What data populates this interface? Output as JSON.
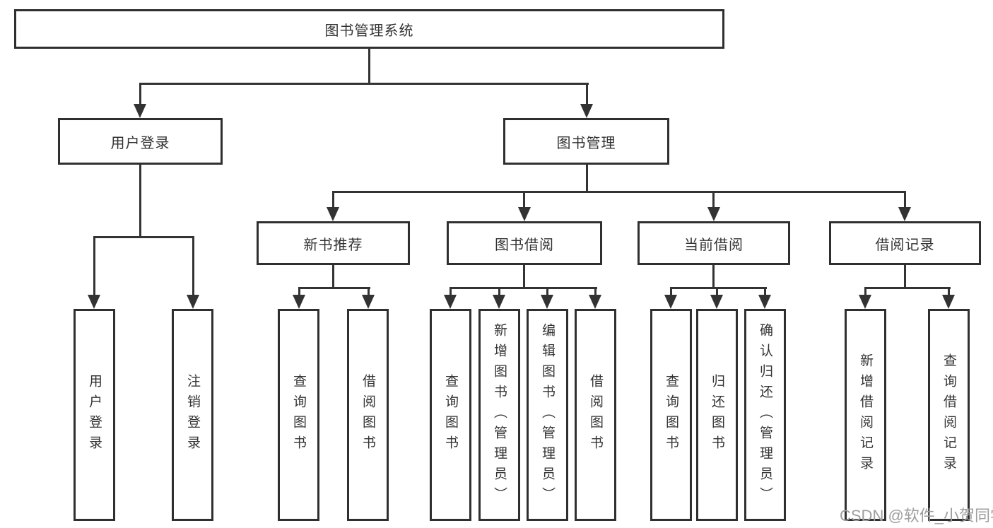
{
  "diagram": {
    "root": {
      "label": "图书管理系统"
    },
    "branches": [
      {
        "label": "用户登录",
        "leaves": [
          {
            "label": "用户登录"
          },
          {
            "label": "注销登录"
          }
        ]
      },
      {
        "label": "图书管理",
        "children": [
          {
            "label": "新书推荐",
            "leaves": [
              {
                "label": "查询图书"
              },
              {
                "label": "借阅图书"
              }
            ]
          },
          {
            "label": "图书借阅",
            "leaves": [
              {
                "label": "查询图书"
              },
              {
                "label": "新增图书（管理员）"
              },
              {
                "label": "编辑图书（管理员）"
              },
              {
                "label": "借阅图书"
              }
            ]
          },
          {
            "label": "当前借阅",
            "leaves": [
              {
                "label": "查询图书"
              },
              {
                "label": "归还图书"
              },
              {
                "label": "确认归还（管理员）"
              }
            ]
          },
          {
            "label": "借阅记录",
            "leaves": [
              {
                "label": "新增借阅记录"
              },
              {
                "label": "查询借阅记录"
              }
            ]
          }
        ]
      }
    ],
    "watermark": "CSDN @软件_小贺同学",
    "colors": {
      "line": "#333333",
      "text": "#333333",
      "watermark": "#9e9e9e",
      "background": "#ffffff"
    }
  }
}
